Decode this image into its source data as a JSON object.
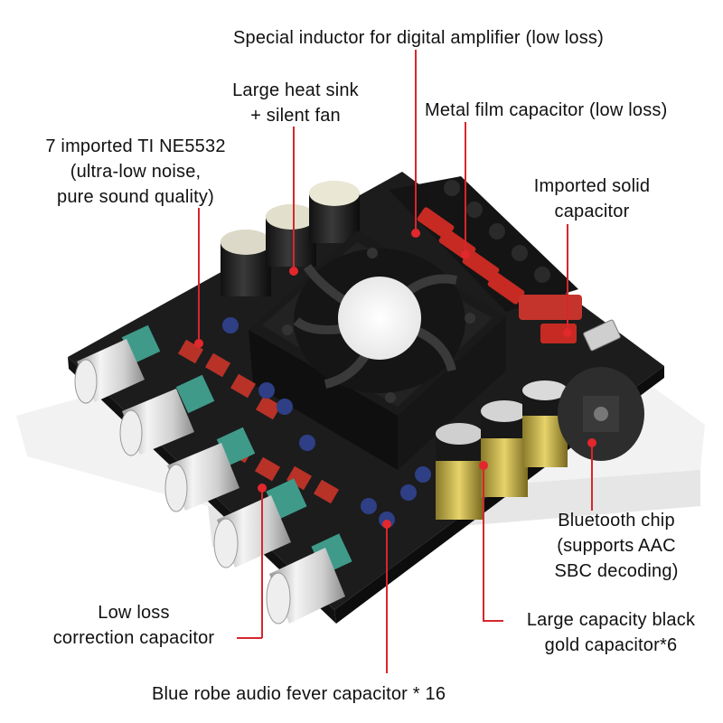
{
  "annotations": {
    "inductor": "Special inductor for digital amplifier (low loss)",
    "heatsink": [
      "Large heat sink",
      "+ silent fan"
    ],
    "metal_film": "Metal film capacitor (low loss)",
    "ne5532": [
      "7 imported TI NE5532",
      "(ultra-low noise,",
      "pure sound quality)"
    ],
    "solid_cap": [
      "Imported solid",
      "capacitor"
    ],
    "bluetooth": [
      "Bluetooth chip",
      "(supports AAC",
      "SBC decoding)"
    ],
    "black_gold": [
      "Large capacity black",
      "gold capacitor*6"
    ],
    "low_loss": [
      "Low loss",
      "correction capacitor"
    ],
    "blue_robe": "Blue robe audio fever capacitor * 16"
  },
  "colors": {
    "callout_line": "#d8262c",
    "pcb": "#1c1c1c",
    "knob": "#d9d9d9",
    "pot_body": "#3f9a8a"
  }
}
